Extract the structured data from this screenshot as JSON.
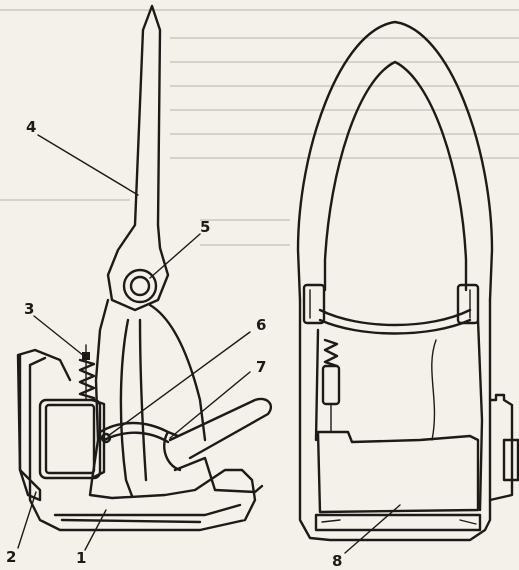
{
  "callouts": [
    {
      "id": "2",
      "label": "2"
    },
    {
      "id": "1",
      "label": "1"
    },
    {
      "id": "3",
      "label": "3"
    },
    {
      "id": "4",
      "label": "4"
    },
    {
      "id": "5",
      "label": "5"
    },
    {
      "id": "6",
      "label": "6"
    },
    {
      "id": "7",
      "label": "7"
    },
    {
      "id": "8",
      "label": "8"
    }
  ],
  "colors": {
    "ink": "#1d1b18",
    "paper": "#f4f1ea"
  }
}
